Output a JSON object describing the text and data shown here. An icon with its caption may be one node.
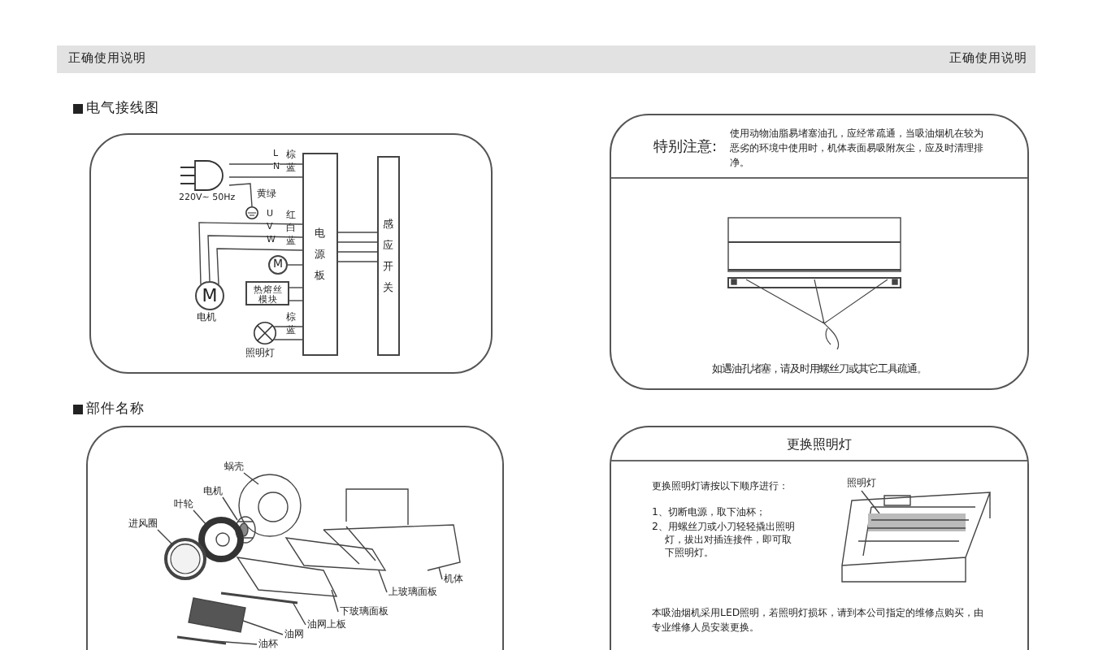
{
  "diagram": {
    "nodes": [
      {
        "text": [],
        "shape": "box"
      },
      {
        "text": [],
        "shape": "picture",
        "beside": [
          "220V~ 50Hz"
        ],
        "in": 0
      },
      {
        "text": [],
        "shape": "circle",
        "beside": [
          "黄绿"
        ],
        "in": 0
      },
      {
        "text": [
          "电源板"
        ],
        "in": 0
      },
      {
        "text": [
          "感应开关"
        ],
        "in": 0
      },
      {
        "text": [
          "M"
        ],
        "beside": [
          "电机"
        ],
        "in": 0
      },
      {
        "text": [
          "M"
        ],
        "in": 0
      },
      {
        "text": [
          "热熔丝模块"
        ],
        "in": 0
      },
      {
        "text": [],
        "shape": "circle",
        "beside": [
          "照明灯"
        ],
        "in": 0
      },
      {
        "text": [
          "特别注意:",
          "使用动物油脂易堵塞油孔，应经常疏通，当吸油烟机在较为恶劣的环境中使用时，机体表面易吸附灰尘，应及时清理排净。",
          "如遇油孔堵塞，请及时用螺丝刀或其它工具疏通。"
        ]
      },
      {
        "text": [],
        "shape": "box"
      },
      {
        "text": [
          "蜗壳"
        ],
        "in": 10
      },
      {
        "text": [
          "电机"
        ],
        "in": 10
      },
      {
        "text": [
          "叶轮"
        ],
        "in": 10
      },
      {
        "text": [
          "进风圈"
        ],
        "in": 10
      },
      {
        "text": [
          "机体"
        ],
        "in": 10
      },
      {
        "text": [
          "上玻璃面板"
        ],
        "in": 10
      },
      {
        "text": [
          "下玻璃面板"
        ],
        "in": 10
      },
      {
        "text": [
          "油网上板"
        ],
        "in": 10
      },
      {
        "text": [
          "油网"
        ],
        "in": 10
      },
      {
        "text": [
          "油杯"
        ],
        "in": 10
      },
      {
        "text": [
          "更换照明灯",
          "更换照明灯请按以下顺序进行：",
          "1、切断电源，取下油杯；",
          "2、用螺丝刀或小刀轻轻撬出照明灯，拔出对插连接件，即可取下照明灯。",
          "本吸油烟机采用LED照明，若照明灯损坏，请到本公司指定的维修点购买，由专业维修人员安装更换。"
        ]
      },
      {
        "text": [
          "照明灯"
        ],
        "in": 21
      },
      {
        "text": [],
        "shape": "picture",
        "in": 10
      },
      {
        "text": [],
        "shape": "picture",
        "in": 10
      },
      {
        "text": [],
        "shape": "picture",
        "in": 10
      },
      {
        "text": [],
        "shape": "picture",
        "in": 10
      },
      {
        "text": [],
        "shape": "picture",
        "in": 10
      },
      {
        "text": [],
        "shape": "picture",
        "in": 10
      },
      {
        "text": [],
        "shape": "picture",
        "in": 10
      },
      {
        "text": [],
        "shape": "picture",
        "in": 10
      },
      {
        "text": [],
        "shape": "picture",
        "in": 10
      },
      {
        "text": [],
        "shape": "picture",
        "in": 10
      },
      {
        "text": [],
        "shape": "picture",
        "in": 21
      }
    ],
    "edges": [
      {
        "from": 1,
        "to": 3,
        "arrow": "none",
        "label": "L"
      },
      {
        "from": 1,
        "to": 3,
        "arrow": "none",
        "label": "N"
      },
      {
        "from": 1,
        "to": 2,
        "arrow": "none"
      },
      {
        "from": 5,
        "to": 3,
        "arrow": "none",
        "label": "U"
      },
      {
        "from": 5,
        "to": 3,
        "arrow": "none",
        "label": "V"
      },
      {
        "from": 5,
        "to": 3,
        "arrow": "none",
        "label": "W"
      },
      {
        "from": 6,
        "to": 3,
        "arrow": "none"
      },
      {
        "from": 7,
        "to": 3,
        "arrow": "none"
      },
      {
        "from": 7,
        "to": 3,
        "arrow": "none"
      },
      {
        "from": 8,
        "to": 3,
        "arrow": "none"
      },
      {
        "from": 8,
        "to": 3,
        "arrow": "none"
      },
      {
        "from": 3,
        "to": 4,
        "arrow": "none"
      },
      {
        "from": 3,
        "to": 4,
        "arrow": "none"
      },
      {
        "from": 3,
        "to": 4,
        "arrow": "none"
      },
      {
        "from": 3,
        "to": 4,
        "arrow": "none"
      },
      {
        "from": 11,
        "to": 23,
        "arrow": "none"
      },
      {
        "from": 12,
        "to": 24,
        "arrow": "none"
      },
      {
        "from": 13,
        "to": 25,
        "arrow": "none"
      },
      {
        "from": 14,
        "to": 26,
        "arrow": "none"
      },
      {
        "from": 15,
        "to": 27,
        "arrow": "none"
      },
      {
        "from": 16,
        "to": 28,
        "arrow": "none"
      },
      {
        "from": 17,
        "to": 29,
        "arrow": "none"
      },
      {
        "from": 18,
        "to": 30,
        "arrow": "none"
      },
      {
        "from": 19,
        "to": 31,
        "arrow": "none"
      },
      {
        "from": 20,
        "to": 32,
        "arrow": "none"
      },
      {
        "from": 22,
        "to": 33,
        "arrow": "none"
      }
    ],
    "labels": [
      "正确使用说明",
      "正确使用说明",
      "电气接线图",
      "棕",
      "蓝",
      "红",
      "白",
      "蓝",
      "棕",
      "蓝",
      "部件名称"
    ]
  }
}
